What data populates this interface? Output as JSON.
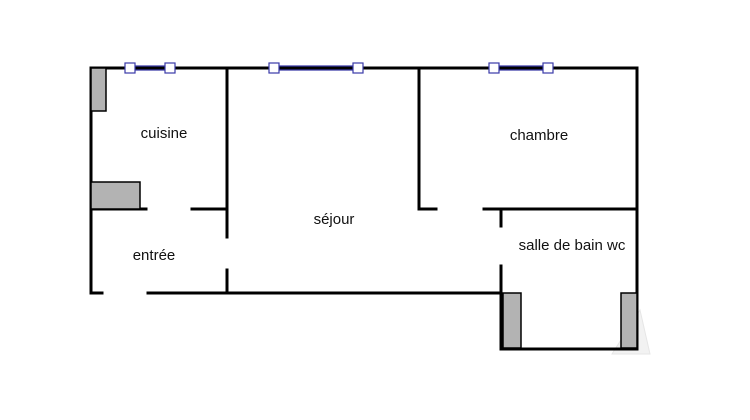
{
  "plan": {
    "rooms": [
      {
        "id": "cuisine",
        "label": "cuisine"
      },
      {
        "id": "sejour",
        "label": "séjour"
      },
      {
        "id": "chambre",
        "label": "chambre"
      },
      {
        "id": "entree",
        "label": "entrée"
      },
      {
        "id": "salle-de-bain-wc",
        "label": "salle de bain wc"
      }
    ],
    "colors": {
      "wall": "#000000",
      "window": "#3a3aa8",
      "fixture": "#b3b3b3",
      "background": "#ffffff"
    }
  }
}
